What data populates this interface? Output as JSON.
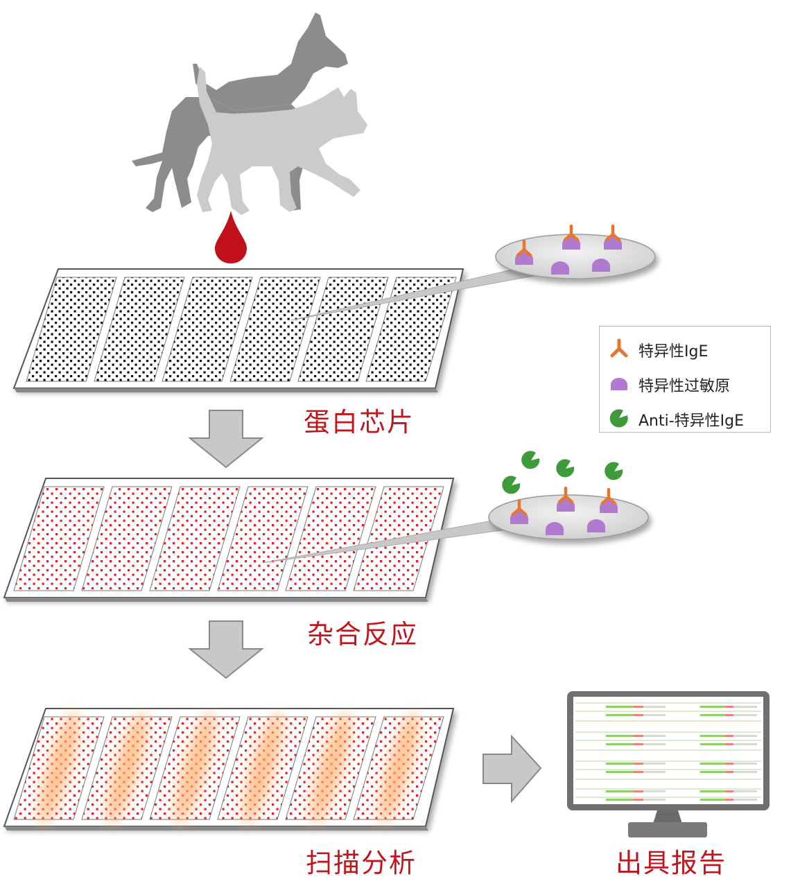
{
  "steps": {
    "chip": "蛋白芯片",
    "hybrid": "杂合反应",
    "scan": "扫描分析",
    "report": "出具报告"
  },
  "legend": {
    "ige": "特异性IgE",
    "allergen": "特异性过敏原",
    "anti_ige": "Anti-特异性IgE"
  },
  "colors": {
    "ige": "#e8772e",
    "allergen": "#b07ad0",
    "anti_ige": "#3f9a3a",
    "label_red": "#c0151b",
    "dog": "#8c8c8c",
    "cat": "#c9c9c9",
    "blood": "#c0101a",
    "scan_glow": "#ffb070"
  },
  "icons": {
    "dog": "dog-silhouette",
    "cat": "cat-silhouette",
    "drop": "blood-drop",
    "arrow": "block-arrow",
    "monitor": "monitor-report"
  }
}
